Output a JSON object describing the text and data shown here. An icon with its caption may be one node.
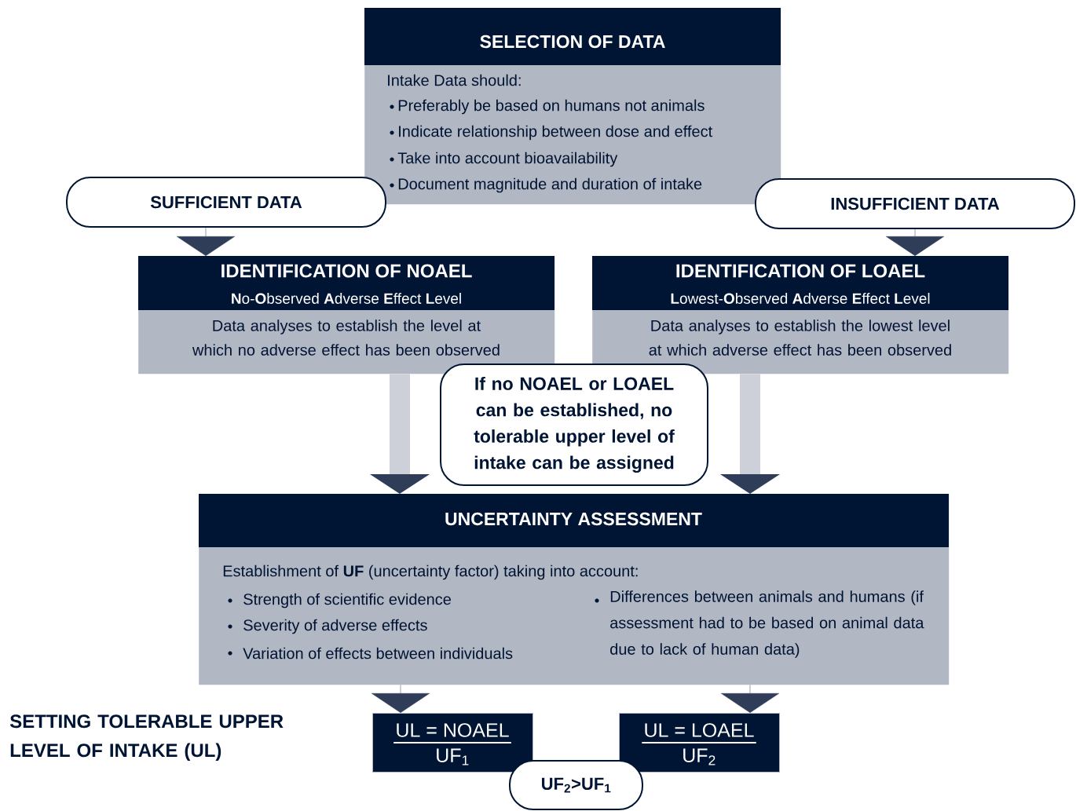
{
  "diagram": {
    "nodes": [
      {
        "text": [
          "SELECTION OF DATA",
          "Intake Data should:",
          "Preferably be based on humans not animals",
          "Indicate relationship between dose and effect",
          "Take into account bioavailability",
          "Document magnitude and duration of intake"
        ]
      },
      {
        "text": [
          "SUFFICIENT DATA"
        ]
      },
      {
        "text": [
          "INSUFFICIENT DATA"
        ]
      },
      {
        "text": [
          "IDENTIFICATION OF NOAEL",
          "**N**o-**O**bserved **A**dverse **E**ffect **L**evel",
          "Data analyses to establish the level at which no adverse effect has been observed"
        ]
      },
      {
        "text": [
          "IDENTIFICATION OF LOAEL",
          "**L**owest-**O**bserved **A**dverse **E**ffect **L**evel",
          "Data analyses to establish the lowest level at which adverse effect has been observed"
        ]
      },
      {
        "text": [
          "If no NOAEL or LOAEL can be established, no tolerable upper level of intake can be assigned"
        ]
      },
      {
        "text": [
          "UNCERTAINTY ASSESSMENT",
          "Establishment of **UF** (uncertainty factor) taking into account:",
          "Strength of scientific evidence",
          "Severity of adverse effects",
          "Variation of effects between individuals",
          "Differences between animals and humans (if assessment had to be based on animal data due to lack of human data)"
        ]
      },
      {
        "text": [
          "UL = NOAEL",
          "UF$_{1}$"
        ]
      },
      {
        "text": [
          "UL = LOAEL",
          "UF$_{2}$"
        ]
      },
      {
        "text": [
          "UF$_{2}$>UF$_{1}$"
        ]
      }
    ],
    "edges": [
      {
        "from": 1,
        "to": 3,
        "arrow": "to"
      },
      {
        "from": 2,
        "to": 4,
        "arrow": "to"
      },
      {
        "from": 3,
        "to": 6,
        "arrow": "to",
        "style": "thick",
        "color": "#cdd0d8"
      },
      {
        "from": 4,
        "to": 6,
        "arrow": "to",
        "style": "thick",
        "color": "#cdd0d8"
      },
      {
        "from": 6,
        "to": 7,
        "arrow": "to"
      },
      {
        "from": 6,
        "to": 8,
        "arrow": "to"
      }
    ],
    "labels": [
      "SETTING TOLERABLE UPPER LEVEL OF INTAKE (UL)"
    ]
  }
}
